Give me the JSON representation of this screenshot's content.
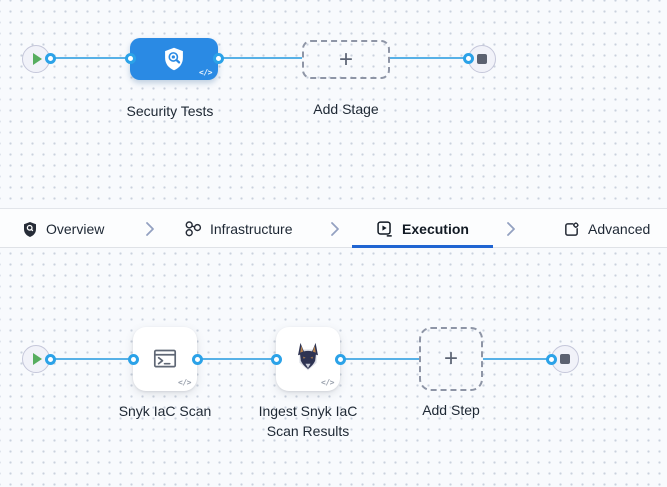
{
  "glyphs": {
    "plus": "+",
    "code": "</>"
  },
  "colors": {
    "accent_blue": "#2a8ae4",
    "edge_blue": "#57b1e7",
    "underline_blue": "#2065d2",
    "play_green": "#56ad5f"
  },
  "stage_graph": {
    "stage": {
      "name": "Security Tests"
    },
    "add_stage": {
      "label": "Add Stage"
    }
  },
  "tab_bar": {
    "tabs": [
      {
        "label": "Overview",
        "active": false
      },
      {
        "label": "Infrastructure",
        "active": false
      },
      {
        "label": "Execution",
        "active": true
      },
      {
        "label": "Advanced",
        "active": false
      }
    ]
  },
  "step_graph": {
    "steps": [
      {
        "name": "Snyk IaC Scan"
      },
      {
        "name": "Ingest Snyk IaC Scan Results"
      }
    ],
    "add_step": {
      "label": "Add Step"
    }
  }
}
